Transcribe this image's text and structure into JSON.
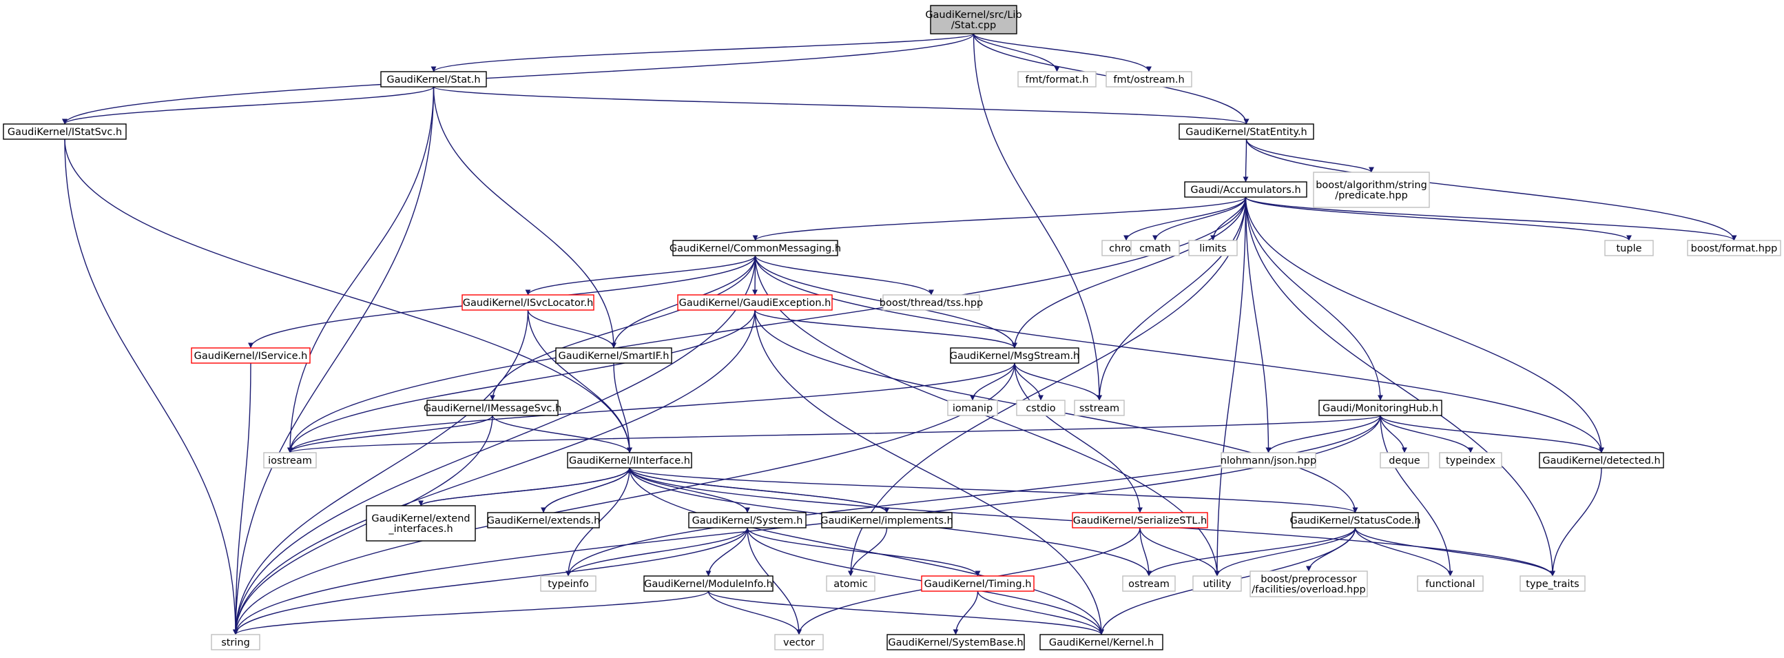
{
  "colors": {
    "edge": "#191970",
    "text": "#000000",
    "root_fill": "#bfbfbf",
    "border_internal": "#000000",
    "border_external": "#bfbfbf",
    "border_incomplete": "#ff0000",
    "background": "#ffffff"
  },
  "nodes": {
    "stat_cpp": {
      "lines": [
        "GaudiKernel/src/Lib",
        "/Stat.cpp"
      ],
      "kind": "root"
    },
    "stat_h": {
      "lines": [
        "GaudiKernel/Stat.h"
      ],
      "kind": "internal"
    },
    "fmt_format": {
      "lines": [
        "fmt/format.h"
      ],
      "kind": "external"
    },
    "fmt_ostream": {
      "lines": [
        "fmt/ostream.h"
      ],
      "kind": "external"
    },
    "istatsvc": {
      "lines": [
        "GaudiKernel/IStatSvc.h"
      ],
      "kind": "internal"
    },
    "statentity": {
      "lines": [
        "GaudiKernel/StatEntity.h"
      ],
      "kind": "internal"
    },
    "boost_alg": {
      "lines": [
        "boost/algorithm/string",
        "/predicate.hpp"
      ],
      "kind": "external"
    },
    "accumulators": {
      "lines": [
        "Gaudi/Accumulators.h"
      ],
      "kind": "internal"
    },
    "commonmessaging": {
      "lines": [
        "GaudiKernel/CommonMessaging.h"
      ],
      "kind": "internal"
    },
    "chrono": {
      "lines": [
        "chrono"
      ],
      "kind": "external"
    },
    "cmath": {
      "lines": [
        "cmath"
      ],
      "kind": "external"
    },
    "limits": {
      "lines": [
        "limits"
      ],
      "kind": "external"
    },
    "tuple": {
      "lines": [
        "tuple"
      ],
      "kind": "external"
    },
    "boost_format": {
      "lines": [
        "boost/format.hpp"
      ],
      "kind": "external"
    },
    "isvclocator": {
      "lines": [
        "GaudiKernel/ISvcLocator.h"
      ],
      "kind": "incomplete"
    },
    "gaudiexception": {
      "lines": [
        "GaudiKernel/GaudiException.h"
      ],
      "kind": "incomplete"
    },
    "boost_tss": {
      "lines": [
        "boost/thread/tss.hpp"
      ],
      "kind": "external"
    },
    "iservice": {
      "lines": [
        "GaudiKernel/IService.h"
      ],
      "kind": "incomplete"
    },
    "smartif": {
      "lines": [
        "GaudiKernel/SmartIF.h"
      ],
      "kind": "internal"
    },
    "msgstream": {
      "lines": [
        "GaudiKernel/MsgStream.h"
      ],
      "kind": "internal"
    },
    "imessagesvc": {
      "lines": [
        "GaudiKernel/IMessageSvc.h"
      ],
      "kind": "internal"
    },
    "iomanip": {
      "lines": [
        "iomanip"
      ],
      "kind": "external"
    },
    "cstdio": {
      "lines": [
        "cstdio"
      ],
      "kind": "external"
    },
    "sstream": {
      "lines": [
        "sstream"
      ],
      "kind": "external"
    },
    "monitoringhub": {
      "lines": [
        "Gaudi/MonitoringHub.h"
      ],
      "kind": "internal"
    },
    "iostream": {
      "lines": [
        "iostream"
      ],
      "kind": "external"
    },
    "iinterface": {
      "lines": [
        "GaudiKernel/IInterface.h"
      ],
      "kind": "internal"
    },
    "nlohmann": {
      "lines": [
        "nlohmann/json.hpp"
      ],
      "kind": "external"
    },
    "deque": {
      "lines": [
        "deque"
      ],
      "kind": "external"
    },
    "typeindex": {
      "lines": [
        "typeindex"
      ],
      "kind": "external"
    },
    "detected": {
      "lines": [
        "GaudiKernel/detected.h"
      ],
      "kind": "internal"
    },
    "extend_interfaces": {
      "lines": [
        "GaudiKernel/extend",
        "_interfaces.h"
      ],
      "kind": "internal"
    },
    "extends": {
      "lines": [
        "GaudiKernel/extends.h"
      ],
      "kind": "internal"
    },
    "system": {
      "lines": [
        "GaudiKernel/System.h"
      ],
      "kind": "internal"
    },
    "implements": {
      "lines": [
        "GaudiKernel/implements.h"
      ],
      "kind": "internal"
    },
    "serializestl": {
      "lines": [
        "GaudiKernel/SerializeSTL.h"
      ],
      "kind": "incomplete"
    },
    "statuscode": {
      "lines": [
        "GaudiKernel/StatusCode.h"
      ],
      "kind": "internal"
    },
    "typeinfo": {
      "lines": [
        "typeinfo"
      ],
      "kind": "external"
    },
    "atomic": {
      "lines": [
        "atomic"
      ],
      "kind": "external"
    },
    "moduleinfo": {
      "lines": [
        "GaudiKernel/ModuleInfo.h"
      ],
      "kind": "internal"
    },
    "timing": {
      "lines": [
        "GaudiKernel/Timing.h"
      ],
      "kind": "incomplete"
    },
    "ostream": {
      "lines": [
        "ostream"
      ],
      "kind": "external"
    },
    "utility": {
      "lines": [
        "utility"
      ],
      "kind": "external"
    },
    "boost_pp": {
      "lines": [
        "boost/preprocessor",
        "/facilities/overload.hpp"
      ],
      "kind": "external"
    },
    "functional": {
      "lines": [
        "functional"
      ],
      "kind": "external"
    },
    "type_traits": {
      "lines": [
        "type_traits"
      ],
      "kind": "external"
    },
    "string": {
      "lines": [
        "string"
      ],
      "kind": "external"
    },
    "vector": {
      "lines": [
        "vector"
      ],
      "kind": "external"
    },
    "systembase": {
      "lines": [
        "GaudiKernel/SystemBase.h"
      ],
      "kind": "internal"
    },
    "kernel": {
      "lines": [
        "GaudiKernel/Kernel.h"
      ],
      "kind": "internal"
    }
  },
  "edges": [
    [
      "stat_cpp",
      "stat_h"
    ],
    [
      "stat_cpp",
      "fmt_format"
    ],
    [
      "stat_cpp",
      "fmt_ostream"
    ],
    [
      "stat_cpp",
      "istatsvc"
    ],
    [
      "stat_cpp",
      "statentity"
    ],
    [
      "stat_cpp",
      "sstream"
    ],
    [
      "stat_h",
      "istatsvc"
    ],
    [
      "stat_h",
      "statentity"
    ],
    [
      "stat_h",
      "smartif"
    ],
    [
      "stat_h",
      "string"
    ],
    [
      "stat_h",
      "iostream"
    ],
    [
      "istatsvc",
      "iinterface"
    ],
    [
      "istatsvc",
      "string"
    ],
    [
      "statentity",
      "boost_alg"
    ],
    [
      "statentity",
      "accumulators"
    ],
    [
      "statentity",
      "boost_format"
    ],
    [
      "accumulators",
      "commonmessaging"
    ],
    [
      "accumulators",
      "chrono"
    ],
    [
      "accumulators",
      "cmath"
    ],
    [
      "accumulators",
      "limits"
    ],
    [
      "accumulators",
      "tuple"
    ],
    [
      "accumulators",
      "boost_format"
    ],
    [
      "accumulators",
      "msgstream"
    ],
    [
      "accumulators",
      "sstream"
    ],
    [
      "accumulators",
      "monitoringhub"
    ],
    [
      "accumulators",
      "nlohmann"
    ],
    [
      "accumulators",
      "detected"
    ],
    [
      "accumulators",
      "utility"
    ],
    [
      "accumulators",
      "atomic"
    ],
    [
      "accumulators",
      "iostream"
    ],
    [
      "accumulators",
      "type_traits"
    ],
    [
      "commonmessaging",
      "isvclocator"
    ],
    [
      "commonmessaging",
      "gaudiexception"
    ],
    [
      "commonmessaging",
      "boost_tss"
    ],
    [
      "commonmessaging",
      "iservice"
    ],
    [
      "commonmessaging",
      "smartif"
    ],
    [
      "commonmessaging",
      "msgstream"
    ],
    [
      "commonmessaging",
      "imessagesvc"
    ],
    [
      "commonmessaging",
      "string"
    ],
    [
      "commonmessaging",
      "detected"
    ],
    [
      "commonmessaging",
      "utility"
    ],
    [
      "isvclocator",
      "smartif"
    ],
    [
      "isvclocator",
      "iinterface"
    ],
    [
      "isvclocator",
      "string"
    ],
    [
      "gaudiexception",
      "msgstream"
    ],
    [
      "gaudiexception",
      "statuscode"
    ],
    [
      "gaudiexception",
      "iostream"
    ],
    [
      "gaudiexception",
      "string"
    ],
    [
      "gaudiexception",
      "kernel"
    ],
    [
      "iservice",
      "string"
    ],
    [
      "smartif",
      "iinterface"
    ],
    [
      "msgstream",
      "iomanip"
    ],
    [
      "msgstream",
      "cstdio"
    ],
    [
      "msgstream",
      "sstream"
    ],
    [
      "msgstream",
      "serializestl"
    ],
    [
      "msgstream",
      "iostream"
    ],
    [
      "msgstream",
      "string"
    ],
    [
      "imessagesvc",
      "iinterface"
    ],
    [
      "imessagesvc",
      "iostream"
    ],
    [
      "imessagesvc",
      "string"
    ],
    [
      "monitoringhub",
      "nlohmann"
    ],
    [
      "monitoringhub",
      "deque"
    ],
    [
      "monitoringhub",
      "typeindex"
    ],
    [
      "monitoringhub",
      "detected"
    ],
    [
      "monitoringhub",
      "functional"
    ],
    [
      "monitoringhub",
      "iostream"
    ],
    [
      "monitoringhub",
      "string"
    ],
    [
      "monitoringhub",
      "typeinfo"
    ],
    [
      "detected",
      "type_traits"
    ],
    [
      "iinterface",
      "extend_interfaces"
    ],
    [
      "iinterface",
      "extends"
    ],
    [
      "iinterface",
      "system"
    ],
    [
      "iinterface",
      "implements"
    ],
    [
      "iinterface",
      "statuscode"
    ],
    [
      "iinterface",
      "typeinfo"
    ],
    [
      "iinterface",
      "ostream"
    ],
    [
      "iinterface",
      "kernel"
    ],
    [
      "iinterface",
      "type_traits"
    ],
    [
      "extend_interfaces",
      "iinterface"
    ],
    [
      "extends",
      "iinterface"
    ],
    [
      "implements",
      "iinterface"
    ],
    [
      "implements",
      "atomic"
    ],
    [
      "system",
      "typeinfo"
    ],
    [
      "system",
      "moduleinfo"
    ],
    [
      "system",
      "timing"
    ],
    [
      "system",
      "vector"
    ],
    [
      "system",
      "string"
    ],
    [
      "system",
      "kernel"
    ],
    [
      "moduleinfo",
      "string"
    ],
    [
      "moduleinfo",
      "vector"
    ],
    [
      "moduleinfo",
      "kernel"
    ],
    [
      "timing",
      "systembase"
    ],
    [
      "timing",
      "kernel"
    ],
    [
      "serializestl",
      "ostream"
    ],
    [
      "serializestl",
      "utility"
    ],
    [
      "serializestl",
      "vector"
    ],
    [
      "statuscode",
      "ostream"
    ],
    [
      "statuscode",
      "utility"
    ],
    [
      "statuscode",
      "boost_pp"
    ],
    [
      "statuscode",
      "functional"
    ],
    [
      "statuscode",
      "type_traits"
    ],
    [
      "statuscode",
      "kernel"
    ]
  ]
}
